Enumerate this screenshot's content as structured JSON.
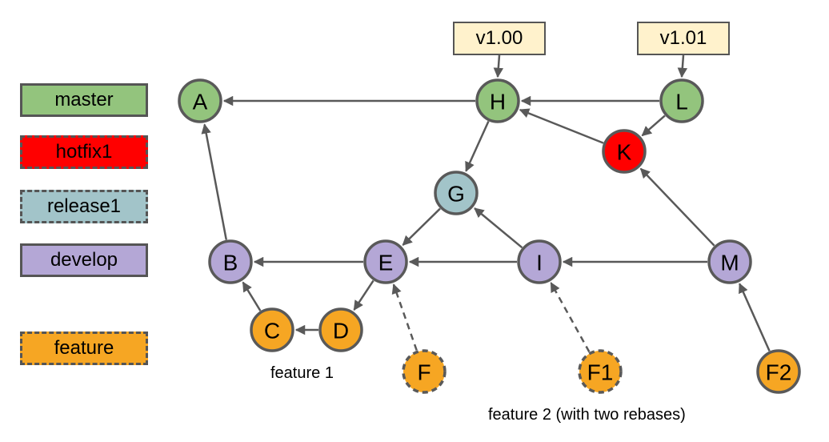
{
  "legend": [
    {
      "key": "master",
      "label": "master",
      "color": "#93c47d",
      "dashed": false
    },
    {
      "key": "hotfix",
      "label": "hotfix1",
      "color": "#ff0000",
      "dashed": true
    },
    {
      "key": "release",
      "label": "release1",
      "color": "#a2c4c9",
      "dashed": true
    },
    {
      "key": "develop",
      "label": "develop",
      "color": "#b4a7d6",
      "dashed": false
    },
    {
      "key": "feature",
      "label": "feature",
      "color": "#f6a623",
      "dashed": true
    }
  ],
  "tags": [
    {
      "label": "v1.00",
      "target": "H"
    },
    {
      "label": "v1.01",
      "target": "L"
    }
  ],
  "nodes": [
    {
      "id": "A",
      "label": "A",
      "branch": "master",
      "dashed": false
    },
    {
      "id": "H",
      "label": "H",
      "branch": "master",
      "dashed": false
    },
    {
      "id": "L",
      "label": "L",
      "branch": "master",
      "dashed": false
    },
    {
      "id": "K",
      "label": "K",
      "branch": "hotfix",
      "dashed": false
    },
    {
      "id": "G",
      "label": "G",
      "branch": "release",
      "dashed": false
    },
    {
      "id": "B",
      "label": "B",
      "branch": "develop",
      "dashed": false
    },
    {
      "id": "E",
      "label": "E",
      "branch": "develop",
      "dashed": false
    },
    {
      "id": "I",
      "label": "I",
      "branch": "develop",
      "dashed": false
    },
    {
      "id": "M",
      "label": "M",
      "branch": "develop",
      "dashed": false
    },
    {
      "id": "C",
      "label": "C",
      "branch": "feature",
      "dashed": false
    },
    {
      "id": "D",
      "label": "D",
      "branch": "feature",
      "dashed": false
    },
    {
      "id": "F",
      "label": "F",
      "branch": "feature",
      "dashed": true
    },
    {
      "id": "F1",
      "label": "F1",
      "branch": "feature",
      "dashed": true
    },
    {
      "id": "F2",
      "label": "F2",
      "branch": "feature",
      "dashed": false
    }
  ],
  "edges": [
    {
      "from": "H",
      "to": "A",
      "dashed": false
    },
    {
      "from": "L",
      "to": "H",
      "dashed": false
    },
    {
      "from": "L",
      "to": "K",
      "dashed": false
    },
    {
      "from": "K",
      "to": "H",
      "dashed": false
    },
    {
      "from": "H",
      "to": "G",
      "dashed": false
    },
    {
      "from": "G",
      "to": "E",
      "dashed": false
    },
    {
      "from": "I",
      "to": "G",
      "dashed": false
    },
    {
      "from": "M",
      "to": "K",
      "dashed": false
    },
    {
      "from": "B",
      "to": "A",
      "dashed": false
    },
    {
      "from": "E",
      "to": "B",
      "dashed": false
    },
    {
      "from": "I",
      "to": "E",
      "dashed": false
    },
    {
      "from": "M",
      "to": "I",
      "dashed": false
    },
    {
      "from": "C",
      "to": "B",
      "dashed": false
    },
    {
      "from": "D",
      "to": "C",
      "dashed": false
    },
    {
      "from": "E",
      "to": "D",
      "dashed": false
    },
    {
      "from": "F",
      "to": "E",
      "dashed": true
    },
    {
      "from": "F1",
      "to": "I",
      "dashed": true
    },
    {
      "from": "F2",
      "to": "M",
      "dashed": false
    }
  ],
  "captions": {
    "feature1": "feature 1",
    "feature2": "feature 2 (with two rebases)"
  },
  "colors": {
    "stroke": "#595959",
    "tag_fill": "#fff2cc"
  }
}
